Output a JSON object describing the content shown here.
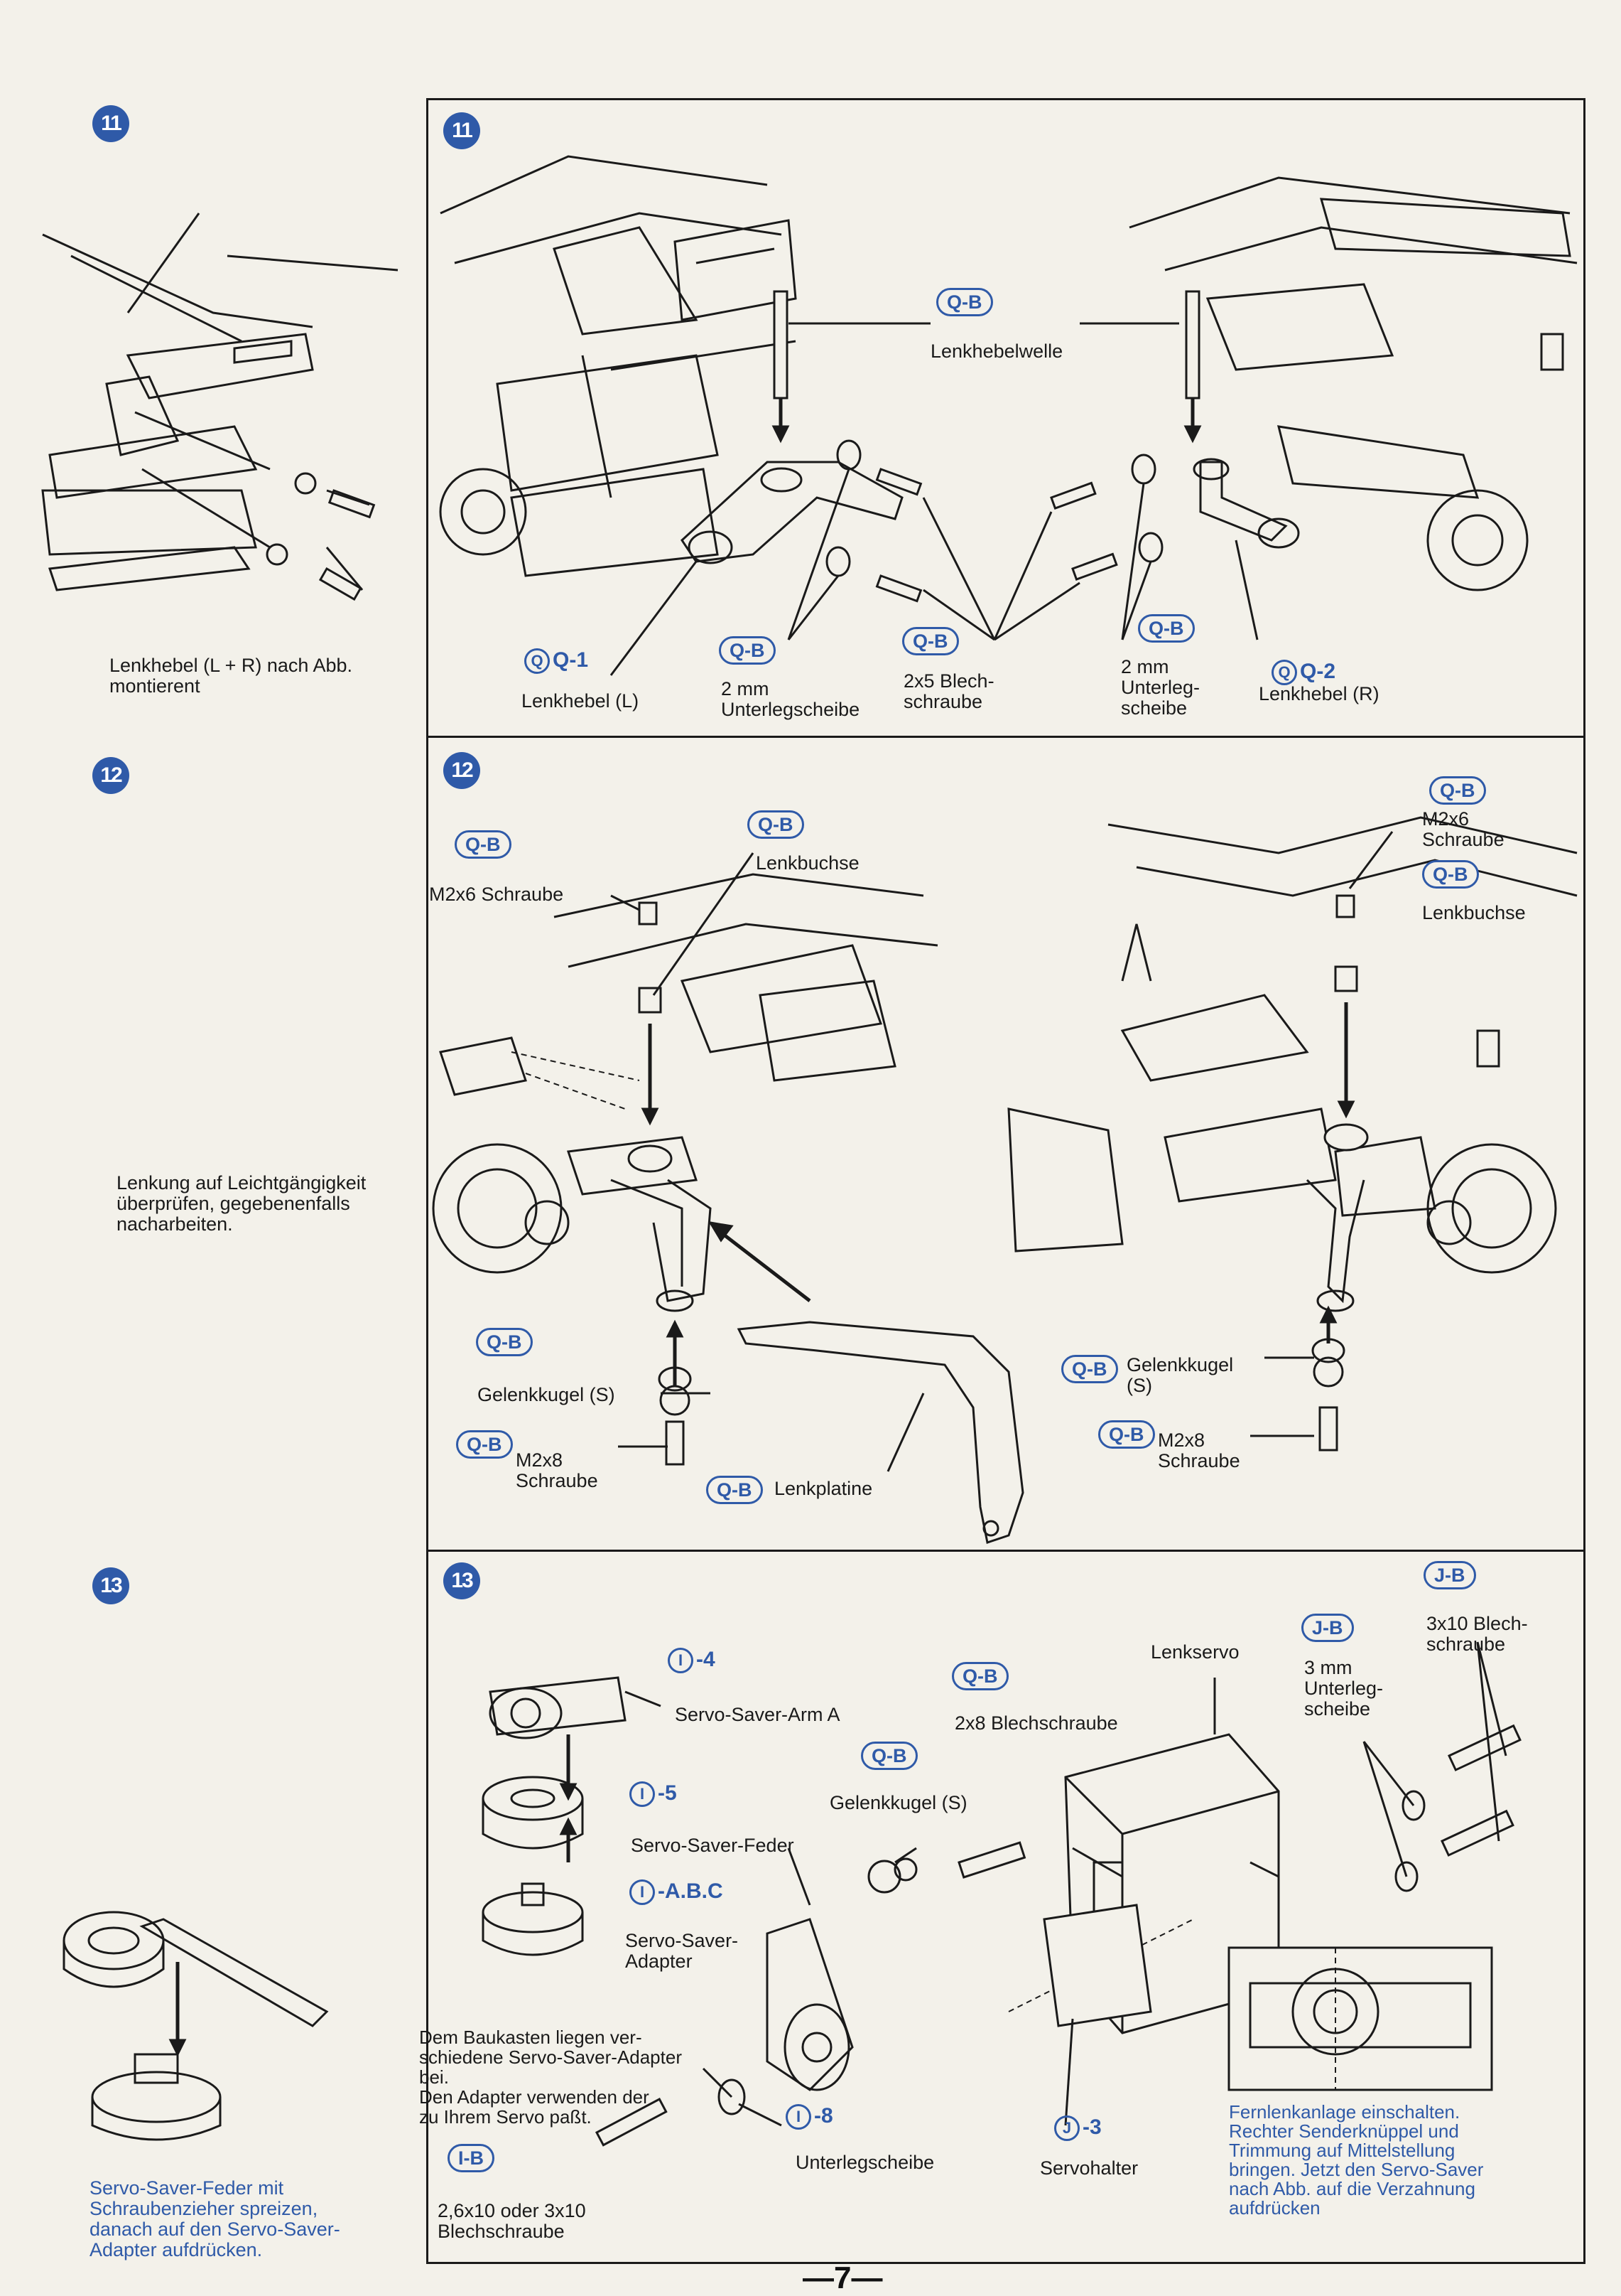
{
  "page_number": "—7—",
  "step11": {
    "number": "11",
    "side_note": "Lenkhebel (L + R) nach Abb.\nmontierent",
    "tags": {
      "left_pin": "Q-B",
      "washer": "Q-B",
      "screw": "Q-B",
      "right_washer": "Q-B"
    },
    "labels": {
      "shaft": "Lenkhebelwelle",
      "lever_l_part": "Q-1",
      "lever_l": "Lenkhebel (L)",
      "washer_l": "2 mm\nUnterlegscheibe",
      "screw": "2x5 Blech-\nschraube",
      "washer_r": "2 mm\nUnterleg-\nscheibe",
      "lever_r_part": "Q-2",
      "lever_r": "Lenkhebel (R)"
    }
  },
  "step12": {
    "number": "12",
    "side_note": "Lenkung auf Leichtgängigkeit\nüberprüfen, gegebenenfalls\nnacharbeiten.",
    "tags": {
      "m2x6_l": "Q-B",
      "bush_l": "Q-B",
      "ball_l": "Q-B",
      "m2x8_l": "Q-B",
      "plate": "Q-B",
      "m2x6_r": "Q-B",
      "bush_r": "Q-B",
      "ball_r": "Q-B",
      "m2x8_r": "Q-B"
    },
    "labels": {
      "m2x6_l": "M2x6 Schraube",
      "bush_l": "Lenkbuchse",
      "ball_l": "Gelenkkugel (S)",
      "m2x8_l": "M2x8\nSchraube",
      "plate": "Lenkplatine",
      "m2x6_r": "M2x6\nSchraube",
      "bush_r": "Lenkbuchse",
      "ball_r": "Gelenkkugel\n(S)",
      "m2x8_r": "M2x8\nSchraube"
    }
  },
  "step13": {
    "number": "13",
    "side_note": "Servo-Saver-Feder mit\nSchraubenzieher spreizen,\ndanach auf den Servo-Saver-\nAdapter aufdrücken.",
    "tags": {
      "jb_screw": "J-B",
      "jb_washer": "J-B",
      "qb_2x8": "Q-B",
      "qb_ball": "Q-B",
      "ib": "I-B"
    },
    "parts": {
      "arm": {
        "letter": "I",
        "num": "-4"
      },
      "spring": {
        "letter": "I",
        "num": "-5"
      },
      "adapter": {
        "letter": "I",
        "num": "-A.B.C"
      },
      "washer": {
        "letter": "I",
        "num": "-8"
      },
      "holder": {
        "letter": "J",
        "num": "-3"
      }
    },
    "labels": {
      "arm": "Servo-Saver-Arm A",
      "spring": "Servo-Saver-Feder",
      "adapter": "Servo-Saver-\nAdapter",
      "screw2x8": "2x8 Blechschraube",
      "ball": "Gelenkkugel (S)",
      "servo": "Lenkservo",
      "washer3": "3 mm\nUnterleg-\nscheibe",
      "screw3x10": "3x10 Blech-\nschraube",
      "note": "Dem Baukasten liegen ver-\nschiedene Servo-Saver-Adapter\nbei.\nDen Adapter verwenden der\nzu Ihrem Servo paßt.",
      "washer": "Unterlegscheibe",
      "holder": "Servohalter",
      "screw26": "2,6x10 oder 3x10\nBlechschraube",
      "blue_note": "Fernlenkanlage einschalten.\nRechter Senderknüppel und\nTrimmung auf Mittelstellung\nbringen. Jetzt den Servo-Saver\nnach Abb. auf die Verzahnung\naufdrücken"
    }
  }
}
